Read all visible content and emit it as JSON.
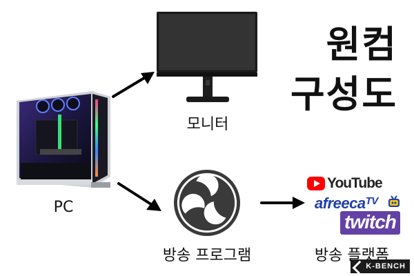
{
  "title": {
    "line1": "원컴",
    "line2": "구성도"
  },
  "nodes": {
    "pc_label": "PC",
    "monitor_label": "모니터",
    "broadcast_program_label": "방송 프로그램",
    "broadcast_platform_label": "방송 플랫폼"
  },
  "platforms": {
    "youtube": "YouTube",
    "afreeca": "afreeca",
    "afreeca_suffix": "TV",
    "twitch": "twitch"
  },
  "watermark": "K-BENCH",
  "colors": {
    "youtube_red": "#ff0000",
    "afreeca_blue": "#1f3fa8",
    "twitch_purple": "#6441a5",
    "obs_dark": "#3a3a3a"
  }
}
